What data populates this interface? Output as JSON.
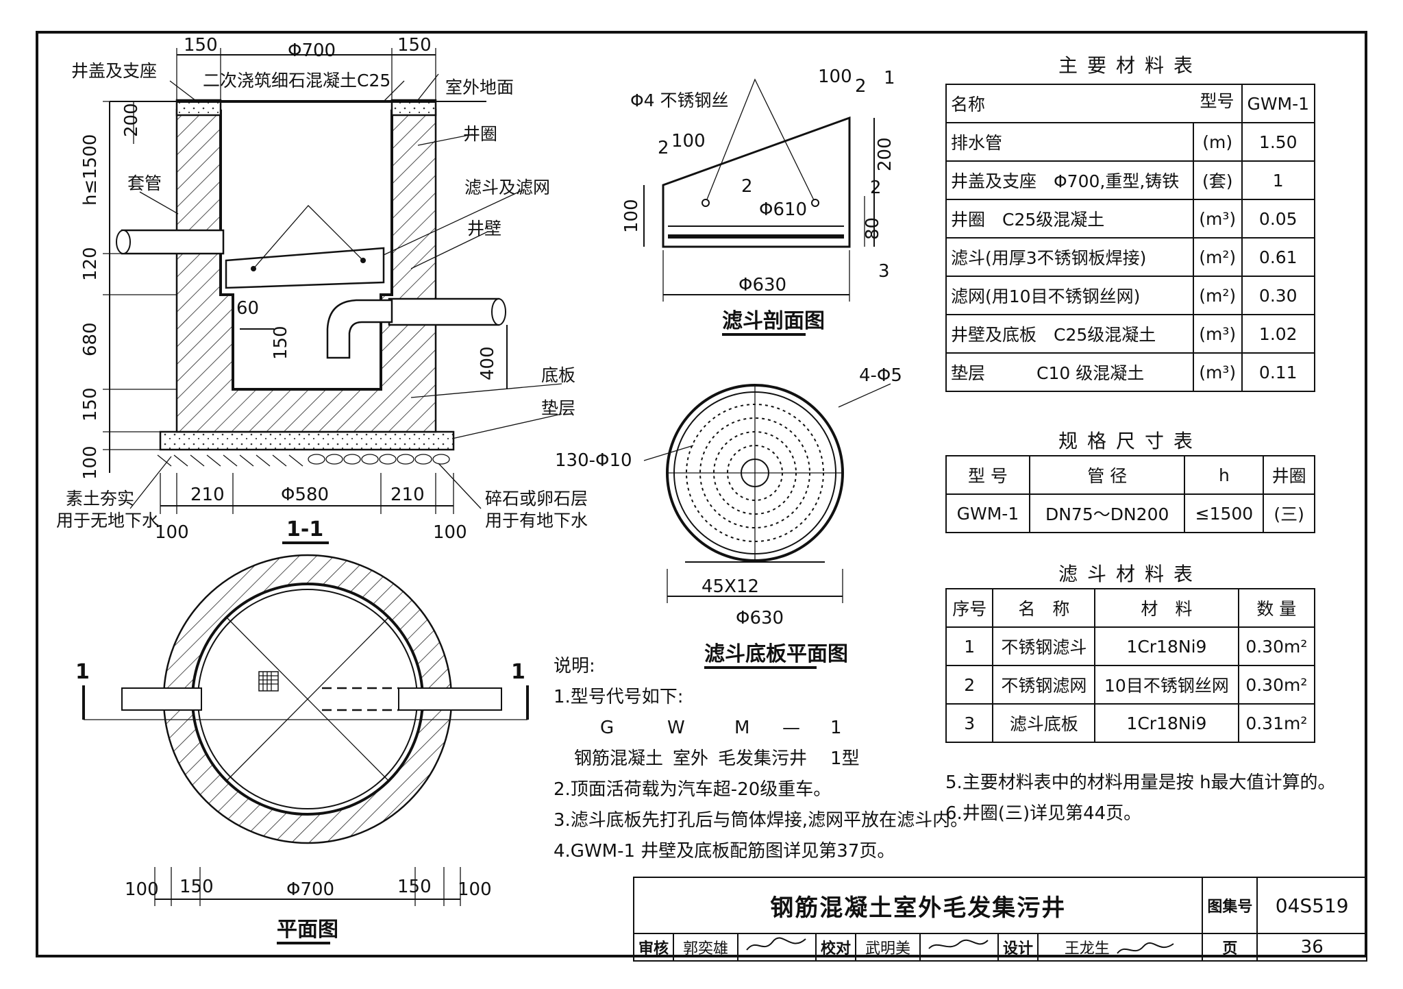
{
  "section": {
    "title": "1-1",
    "dims_top": [
      "150",
      "Φ700",
      "150"
    ],
    "dims_bottom": [
      "210",
      "Φ580",
      "210"
    ],
    "dims_bottom_outer": [
      "100",
      "100"
    ],
    "dims_left": [
      "h≤1500",
      "200",
      "120",
      "680",
      "150",
      "100"
    ],
    "dims_inner": [
      "60",
      "150",
      "400"
    ],
    "labels": {
      "cover": "井盖及支座",
      "concrete": "二次浇筑细石混凝土C25",
      "ground": "室外地面",
      "ring": "井圈",
      "sleeve": "套管",
      "filter": "滤斗及滤网",
      "wall": "井壁",
      "base": "底板",
      "cushion": "垫层",
      "soil_1": "素土夯实",
      "soil_2": "用于无地下水",
      "stone_1": "碎石或卵石层",
      "stone_2": "用于有地下水"
    }
  },
  "plan": {
    "title": "平面图",
    "cut_mark": "1",
    "dims": [
      "100",
      "150",
      "Φ700",
      "150",
      "100"
    ]
  },
  "funnel_section": {
    "title": "滤斗剖面图",
    "labels": [
      "Φ4 不锈钢丝",
      "100",
      "2",
      "1",
      "2",
      "100",
      "2",
      "Φ610",
      "200",
      "2",
      "100",
      "80",
      "3",
      "Φ630"
    ]
  },
  "funnel_base": {
    "title": "滤斗底板平面图",
    "labels": [
      "4-Φ5",
      "130-Φ10",
      "45X12",
      "Φ630"
    ]
  },
  "main_materials": {
    "caption": "主要材料表",
    "header": {
      "name": "名称",
      "model": "型号",
      "value": "GWM-1"
    },
    "rows": [
      {
        "name": "排水管",
        "unit": "(m)",
        "value": "1.50"
      },
      {
        "name": "井盖及支座　Φ700,重型,铸铁",
        "unit": "(套)",
        "value": "1"
      },
      {
        "name": "井圈　C25级混凝土",
        "unit": "(m³)",
        "value": "0.05"
      },
      {
        "name": "滤斗(用厚3不锈钢板焊接)",
        "unit": "(m²)",
        "value": "0.61"
      },
      {
        "name": "滤网(用10目不锈钢丝网)",
        "unit": "(m²)",
        "value": "0.30"
      },
      {
        "name": "井壁及底板　C25级混凝土",
        "unit": "(m³)",
        "value": "1.02"
      },
      {
        "name": "垫层　　　C10 级混凝土",
        "unit": "(m³)",
        "value": "0.11"
      }
    ]
  },
  "spec_table": {
    "caption": "规格尺寸表",
    "headers": [
      "型 号",
      "管 径",
      "h",
      "井圈"
    ],
    "row": [
      "GWM-1",
      "DN75～DN200",
      "≤1500",
      "(三)"
    ]
  },
  "filter_materials": {
    "caption": "滤斗材料表",
    "headers": [
      "序号",
      "名　称",
      "材　料",
      "数 量"
    ],
    "rows": [
      [
        "1",
        "不锈钢滤斗",
        "1Cr18Ni9",
        "0.30m²"
      ],
      [
        "2",
        "不锈钢滤网",
        "10目不锈钢丝网",
        "0.30m²"
      ],
      [
        "3",
        "滤斗底板",
        "1Cr18Ni9",
        "0.31m²"
      ]
    ]
  },
  "notes": {
    "heading": "说明:",
    "n1": "1.型号代号如下:",
    "code_letters": [
      "G",
      "W",
      "M",
      "—",
      "1"
    ],
    "code_meaning": [
      "钢筋混凝土",
      "室外",
      "毛发集污井",
      "1型"
    ],
    "n2": "2.顶面活荷载为汽车超-20级重车。",
    "n3": "3.滤斗底板先打孔后与筒体焊接,滤网平放在滤斗内。",
    "n4": "4.GWM-1 井壁及底板配筋图详见第37页。",
    "n5": "5.主要材料表中的材料用量是按 h最大值计算的。",
    "n6": "6.井圈(三)详见第44页。"
  },
  "title_block": {
    "title": "钢筋混凝土室外毛发集污井",
    "atlas_label": "图集号",
    "atlas_no": "04S519",
    "review_label": "审核",
    "reviewer": "郭奕雄",
    "check_label": "校对",
    "checker": "武明美",
    "design_label": "设计",
    "designer": "王龙生",
    "page_label": "页",
    "page_no": "36"
  }
}
